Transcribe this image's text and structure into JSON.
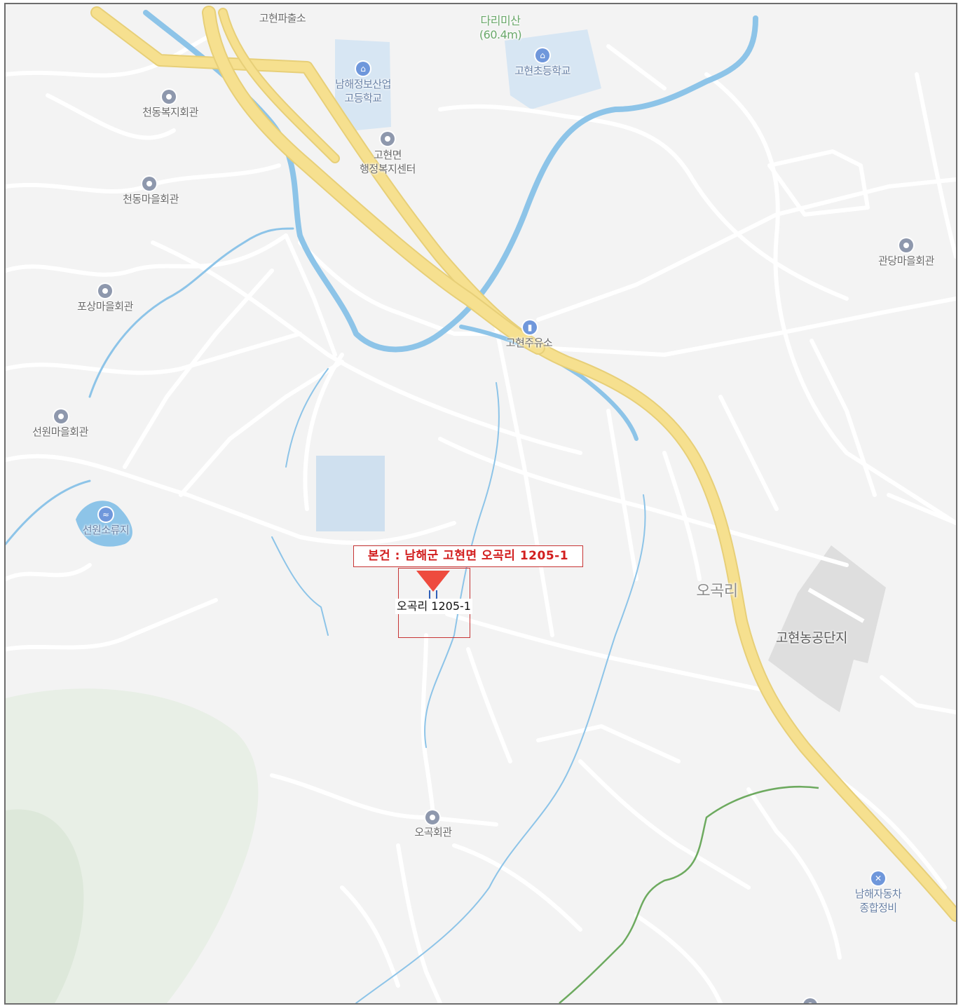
{
  "map": {
    "callout_text": "본건 : 남해군 고현면 오곡리 1205-1",
    "parcel_label": "오곡리 1205-1",
    "area_labels": [
      {
        "id": "ogok-ri",
        "text": "오곡리"
      },
      {
        "id": "gohyeon-industrial",
        "text": "고현농공단지"
      }
    ],
    "mountain": {
      "name": "다리미산",
      "elevation": "(60.4m)"
    },
    "places": [
      {
        "id": "police",
        "text": "고현파출소",
        "icon": "none",
        "style": "gray"
      },
      {
        "id": "high-school",
        "text": "남해정보산업\n고등학교",
        "icon": "school-icon",
        "style": "blue"
      },
      {
        "id": "elem-school",
        "text": "고현초등학교",
        "icon": "school-icon",
        "style": "blue"
      },
      {
        "id": "cheondong-welfare",
        "text": "천동복지회관",
        "icon": "place-icon",
        "style": "gray"
      },
      {
        "id": "admin-center",
        "text": "고현면\n행정복지센터",
        "icon": "government-icon",
        "style": "gray"
      },
      {
        "id": "cheondong-hall",
        "text": "천동마을회관",
        "icon": "place-icon",
        "style": "gray"
      },
      {
        "id": "gwandang-hall",
        "text": "관당마을회관",
        "icon": "place-icon",
        "style": "gray"
      },
      {
        "id": "posang-hall",
        "text": "포상마을회관",
        "icon": "place-icon",
        "style": "gray"
      },
      {
        "id": "gas-station",
        "text": "고현주유소",
        "icon": "fuel-icon",
        "style": "blue"
      },
      {
        "id": "seonwon-hall",
        "text": "선원마을회관",
        "icon": "place-icon",
        "style": "gray"
      },
      {
        "id": "seonwon-reservoir",
        "text": "선원소류지",
        "icon": "reservoir-icon",
        "style": "blue"
      },
      {
        "id": "ogok-hall",
        "text": "오곡회관",
        "icon": "place-icon",
        "style": "gray"
      },
      {
        "id": "car-repair",
        "text": "남해자동차\n종합정비",
        "icon": "repair-icon",
        "style": "blue"
      }
    ],
    "colors": {
      "background": "#f3f3f3",
      "road": "#ffffff",
      "road_edge": "#dcdcdc",
      "highway": "#f6e08f",
      "highway_edge": "#e7cf78",
      "river": "#8dc4e8",
      "water_area": "#b9d7ee",
      "industrial_area": "#dedede",
      "forest": "#e8efe6",
      "trail": "#6daa5f",
      "marker": "#ee4b3e",
      "callout_text": "#d21e1e"
    }
  }
}
